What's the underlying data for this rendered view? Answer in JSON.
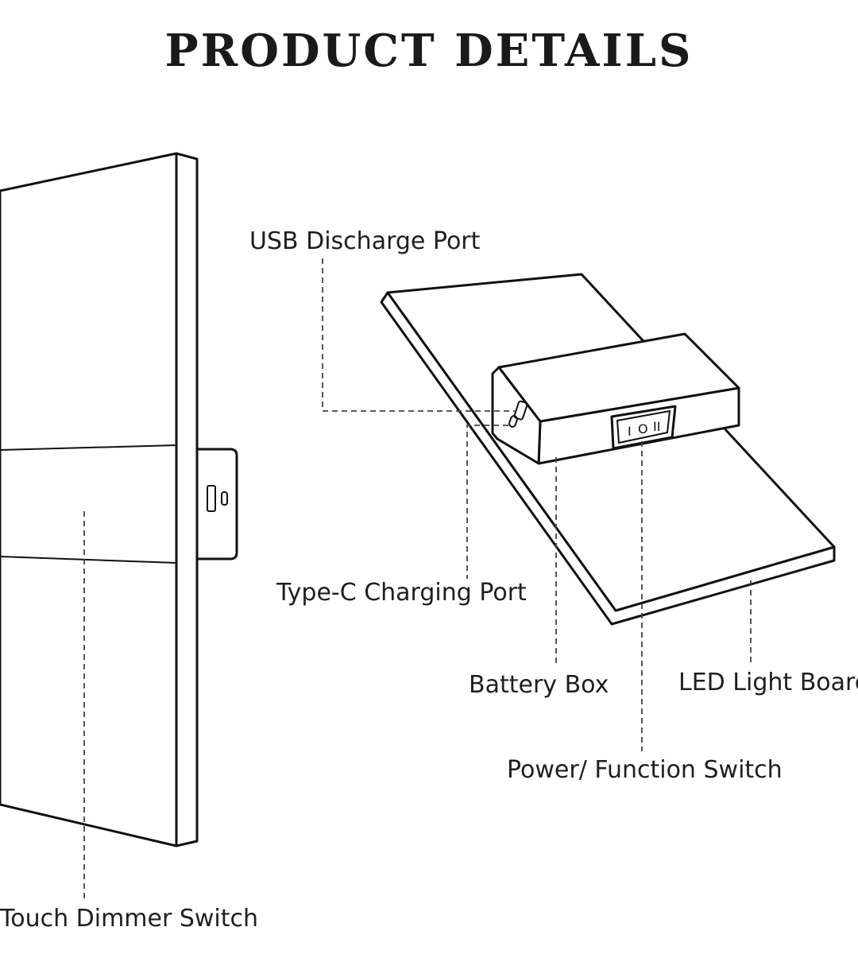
{
  "title": "PRODUCT DETAILS",
  "labels": {
    "usb_discharge_port": "USB Discharge Port",
    "type_c_charging_port": "Type-C Charging Port",
    "battery_box": "Battery Box",
    "led_light_board": "LED Light Board",
    "power_function_switch": "Power/ Function Switch",
    "touch_dimmer_switch": "Touch Dimmer Switch"
  },
  "switch_marks": {
    "off": "O",
    "on": "I",
    "function": "II"
  },
  "colors": {
    "line": "#111111",
    "text": "#1f1f1f",
    "background": "#ffffff"
  }
}
